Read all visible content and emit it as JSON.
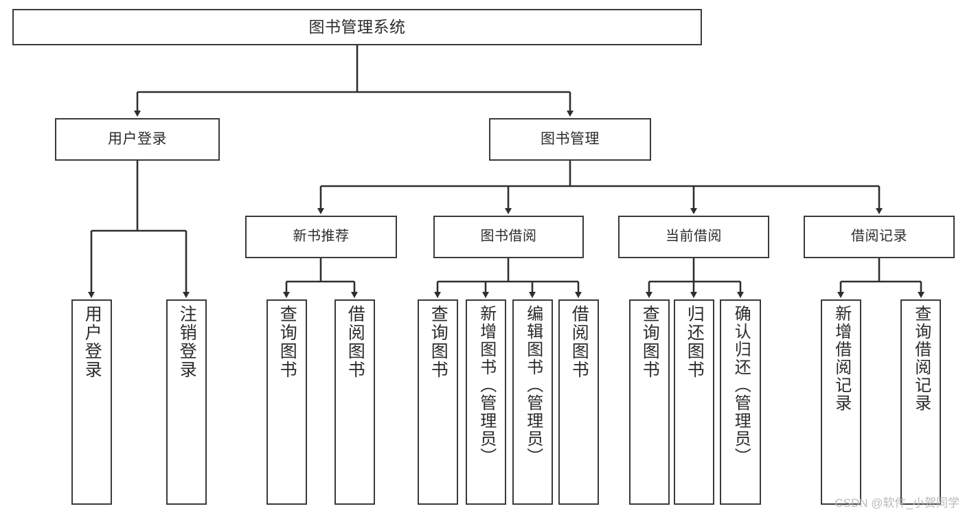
{
  "diagram": {
    "type": "tree-hierarchy-chart",
    "title": "图书管理系统",
    "colors": {
      "background": "#ffffff",
      "box_border": "#3a3a3a",
      "text": "#2b2b2b",
      "connector": "#2e2e2e",
      "watermark": "#b9b9b9"
    },
    "root": {
      "label": "图书管理系统"
    },
    "level1": [
      {
        "label": "用户登录"
      },
      {
        "label": "图书管理"
      }
    ],
    "level2": [
      {
        "label": "新书推荐"
      },
      {
        "label": "图书借阅"
      },
      {
        "label": "当前借阅"
      },
      {
        "label": "借阅记录"
      }
    ],
    "leaves": {
      "user_login": [
        {
          "label": "用户登录"
        },
        {
          "label": "注销登录"
        }
      ],
      "new_book_recommend": [
        {
          "label": "查询图书"
        },
        {
          "label": "借阅图书"
        }
      ],
      "book_borrow": [
        {
          "label": "查询图书"
        },
        {
          "label": "新增图书（管理员）"
        },
        {
          "label": "编辑图书（管理员）"
        },
        {
          "label": "借阅图书"
        }
      ],
      "current_borrow": [
        {
          "label": "查询图书"
        },
        {
          "label": "归还图书"
        },
        {
          "label": "确认归还（管理员）"
        }
      ],
      "borrow_record": [
        {
          "label": "新增借阅记录"
        },
        {
          "label": "查询借阅记录"
        }
      ]
    }
  },
  "watermark": {
    "text": "CSDN @软件_小贺同学"
  }
}
